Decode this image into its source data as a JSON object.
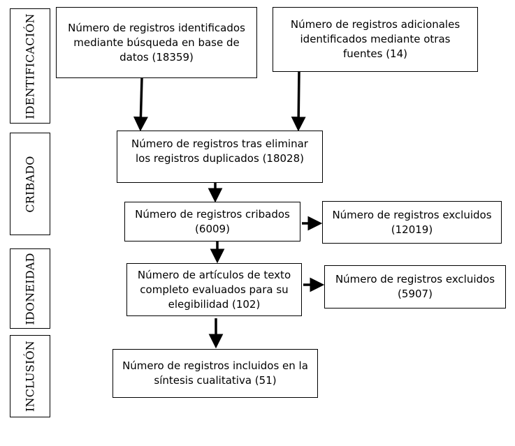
{
  "phases": {
    "identificacion": "IDENTIFICACIÓN",
    "cribado": "CRIBADO",
    "idoneidad": "IDONEIDAD",
    "inclusion": "INCLUSIÓN"
  },
  "boxes": {
    "database_search": "Número de registros identificados mediante búsqueda en base de datos (18359)",
    "other_sources": "Número de registros adicionales identificados mediante otras fuentes (14)",
    "after_duplicates": "Número de registros tras eliminar los registros duplicados (18028)",
    "screened": "Número de registros cribados (6009)",
    "excluded_screening": "Número de registros excluidos (12019)",
    "full_text": "Número de artículos de texto completo evaluados para su elegibilidad (102)",
    "excluded_eligibility": "Número de registros excluidos (5907)",
    "included": "Número de registros incluidos en la síntesis cualitativa (51)"
  }
}
